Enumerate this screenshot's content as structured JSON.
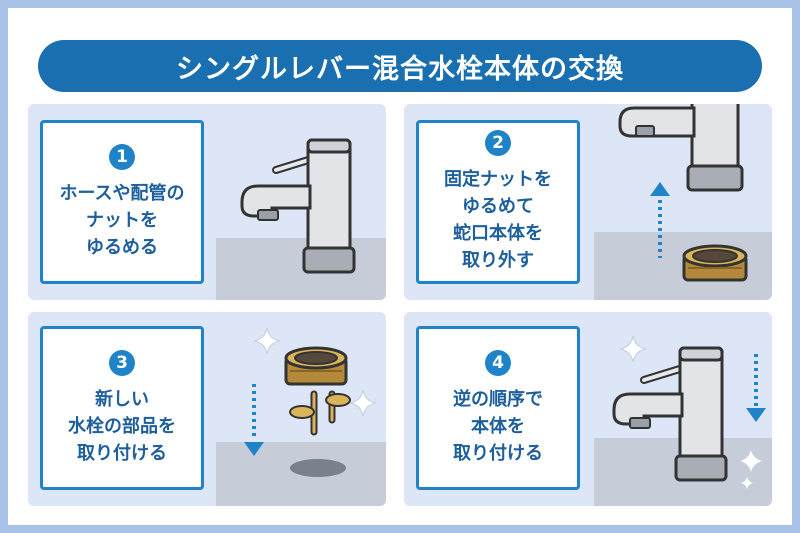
{
  "title": "シングルレバー混合水栓本体の交換",
  "colors": {
    "frame": "#a9c3e8",
    "title_bg": "#1a6fb0",
    "panel_bg": "#dde6f6",
    "card_border": "#1f83c9",
    "text": "#1d5f9c",
    "arrow": "#1f83c9",
    "nut": "#c8a045"
  },
  "steps": [
    {
      "number": "1",
      "lines": [
        "ホースや配管の",
        "ナットを",
        "ゆるめる"
      ]
    },
    {
      "number": "2",
      "lines": [
        "固定ナットを",
        "ゆるめて",
        "蛇口本体を",
        "取り外す"
      ]
    },
    {
      "number": "3",
      "lines": [
        "新しい",
        "水栓の部品を",
        "取り付ける"
      ]
    },
    {
      "number": "4",
      "lines": [
        "逆の順序で",
        "本体を",
        "取り付ける"
      ]
    }
  ],
  "icons": [
    "faucet-icon",
    "nut-icon",
    "dotted-arrow-up-icon",
    "dotted-arrow-down-icon",
    "sparkle-icon"
  ]
}
